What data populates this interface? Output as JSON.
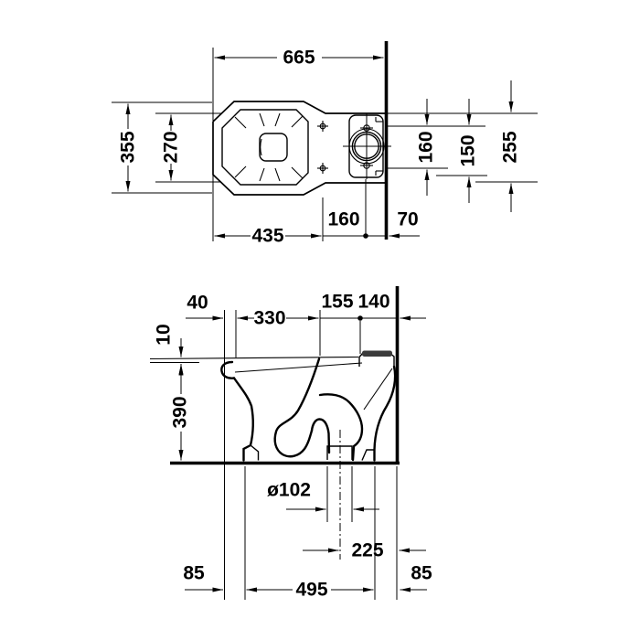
{
  "drawing": {
    "subject": "close-coupled floor-standing toilet technical drawing",
    "line_color": "#000000",
    "background": "#ffffff"
  },
  "plan_view": {
    "overall_length": "665",
    "overall_depth": "355",
    "inner_bowl_depth": "270",
    "bowl_length": "435",
    "bowl_to_flush_center": "160",
    "flush_center_to_wall": "70",
    "fixing_hole_spacing": "160",
    "flush_connector_width": "150",
    "connector_depth": "255"
  },
  "elevation_view": {
    "front_rim_overhang": "40",
    "seat_length": "330",
    "dim_155": "155",
    "dim_140": "140",
    "rim_thickness": "10",
    "bowl_height": "390",
    "outlet_diameter": "ø102",
    "outlet_center_to_wall": "225",
    "front_foot_offset": "85",
    "base_length": "495",
    "rear_offset": "85"
  }
}
